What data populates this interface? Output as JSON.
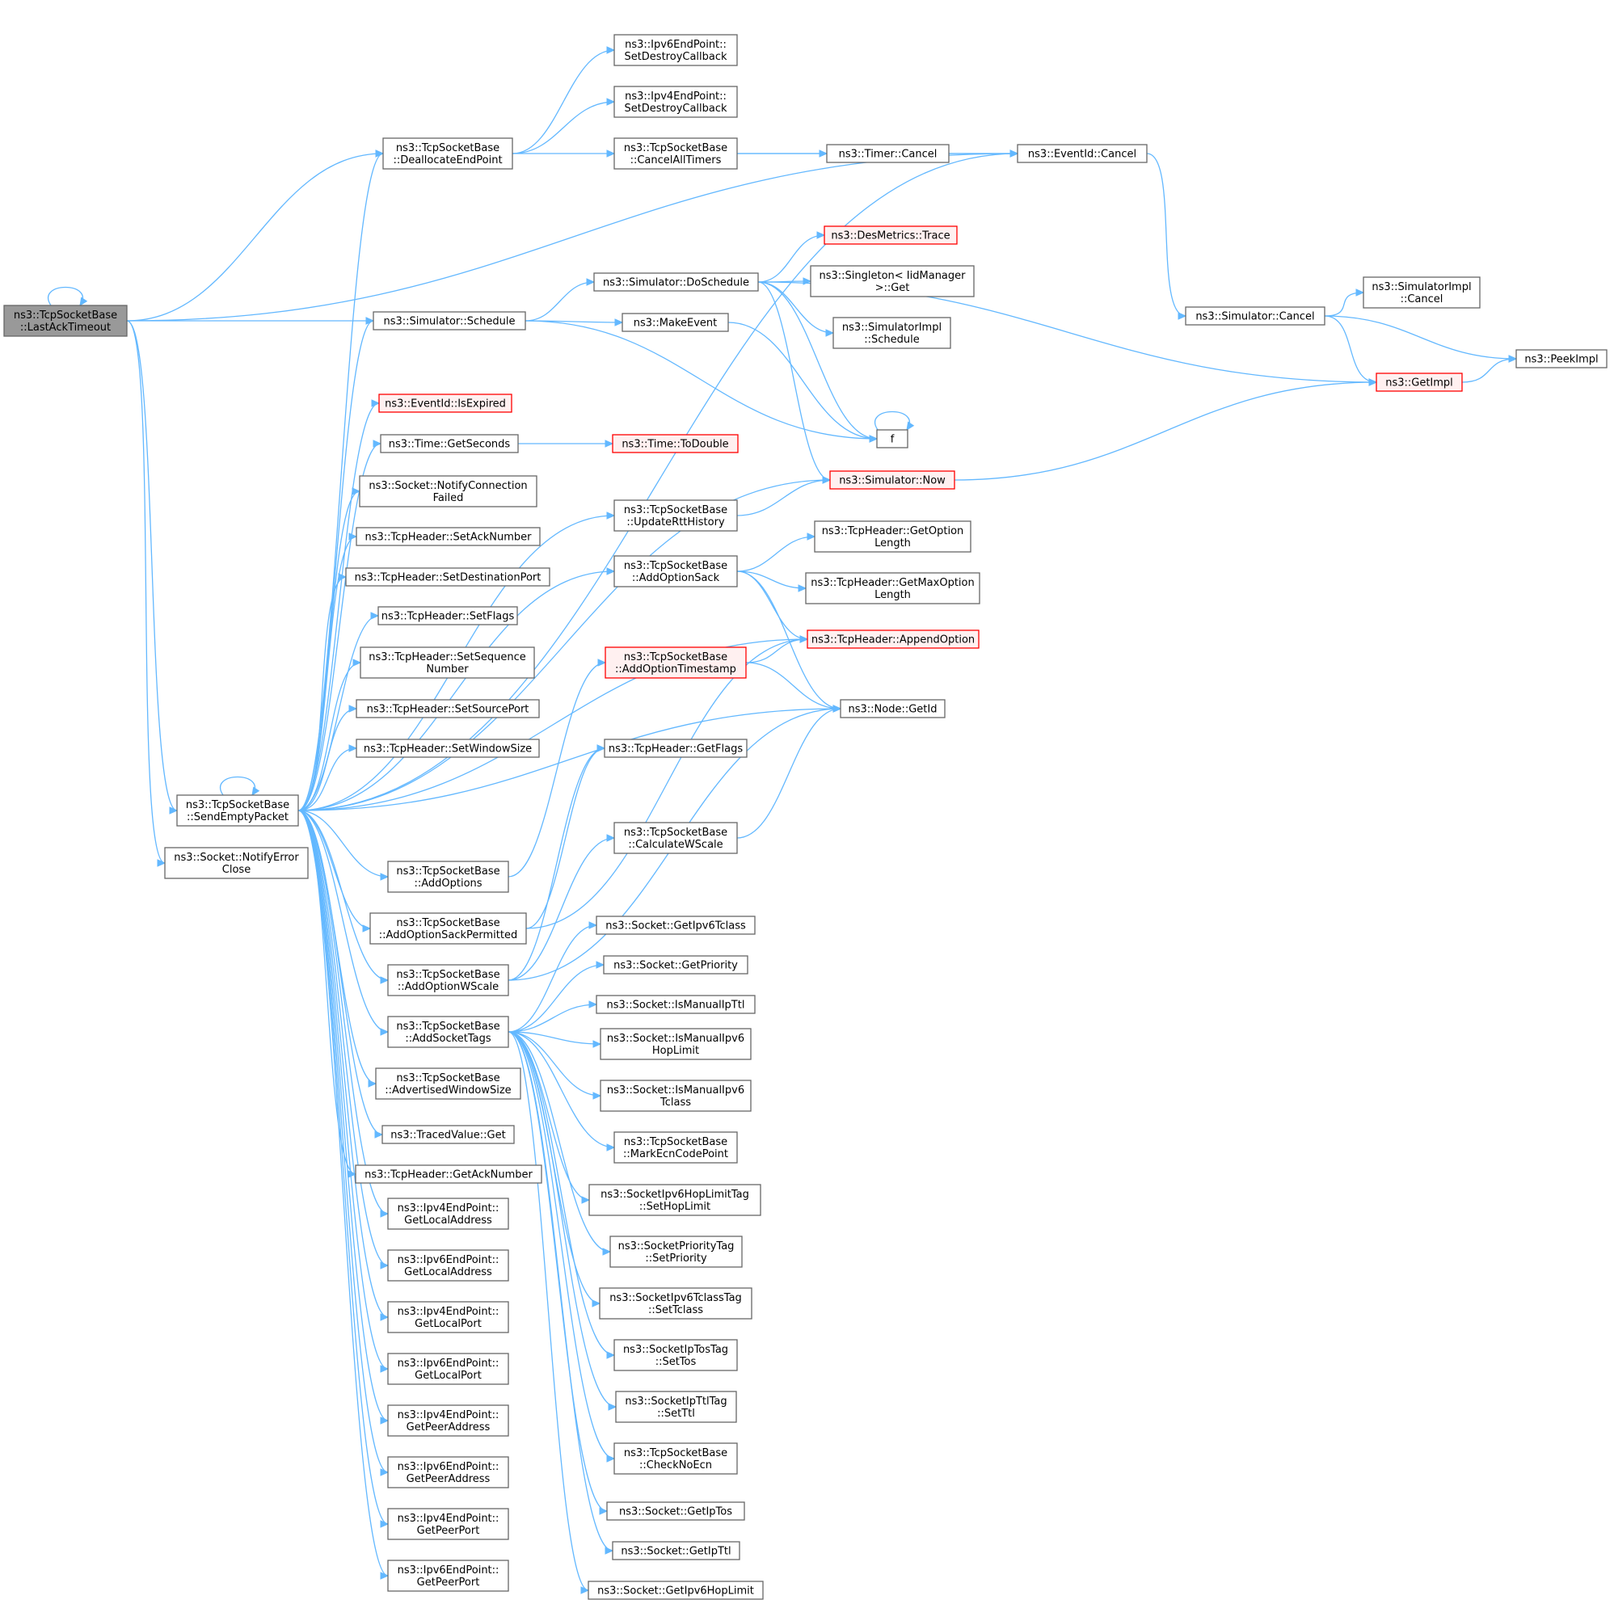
{
  "diagram": {
    "kind": "call-graph",
    "colors": {
      "edge": "#63b8ff",
      "node_border": "#666666",
      "highlight_fill": "#999999",
      "error_border": "#ff0000",
      "error_fill": "#fff0f0"
    },
    "nodes": [
      {
        "id": "last",
        "lines": [
          "ns3::TcpSocketBase",
          "::LastAckTimeout"
        ],
        "style": "highlight"
      },
      {
        "id": "dealloc",
        "lines": [
          "ns3::TcpSocketBase",
          "::DeallocateEndPoint"
        ]
      },
      {
        "id": "schedule",
        "lines": [
          "ns3::Simulator::Schedule"
        ]
      },
      {
        "id": "sendempty",
        "lines": [
          "ns3::TcpSocketBase",
          "::SendEmptyPacket"
        ]
      },
      {
        "id": "notifyerr",
        "lines": [
          "ns3::Socket::NotifyError",
          "Close"
        ]
      },
      {
        "id": "ipv6sdc",
        "lines": [
          "ns3::Ipv6EndPoint::",
          "SetDestroyCallback"
        ]
      },
      {
        "id": "ipv4sdc",
        "lines": [
          "ns3::Ipv4EndPoint::",
          "SetDestroyCallback"
        ]
      },
      {
        "id": "cancelall",
        "lines": [
          "ns3::TcpSocketBase",
          "::CancelAllTimers"
        ]
      },
      {
        "id": "timercancel",
        "lines": [
          "ns3::Timer::Cancel"
        ]
      },
      {
        "id": "eventcancel",
        "lines": [
          "ns3::EventId::Cancel"
        ]
      },
      {
        "id": "simcancel",
        "lines": [
          "ns3::Simulator::Cancel"
        ]
      },
      {
        "id": "implcancel",
        "lines": [
          "ns3::SimulatorImpl",
          "::Cancel"
        ]
      },
      {
        "id": "getimpl",
        "lines": [
          "ns3::GetImpl"
        ],
        "style": "error"
      },
      {
        "id": "peekimpl",
        "lines": [
          "ns3::PeekImpl"
        ]
      },
      {
        "id": "dosched",
        "lines": [
          "ns3::Simulator::DoSchedule"
        ]
      },
      {
        "id": "destrace",
        "lines": [
          "ns3::DesMetrics::Trace"
        ],
        "style": "error"
      },
      {
        "id": "singleton",
        "lines": [
          "ns3::Singleton< IidManager",
          ">::Get"
        ]
      },
      {
        "id": "implsched",
        "lines": [
          "ns3::SimulatorImpl",
          "::Schedule"
        ]
      },
      {
        "id": "makeevent",
        "lines": [
          "ns3::MakeEvent"
        ]
      },
      {
        "id": "f",
        "lines": [
          "f"
        ]
      },
      {
        "id": "now",
        "lines": [
          "ns3::Simulator::Now"
        ],
        "style": "error"
      },
      {
        "id": "isexpired",
        "lines": [
          "ns3::EventId::IsExpired"
        ],
        "style": "error"
      },
      {
        "id": "getseconds",
        "lines": [
          "ns3::Time::GetSeconds"
        ]
      },
      {
        "id": "todouble",
        "lines": [
          "ns3::Time::ToDouble"
        ],
        "style": "error"
      },
      {
        "id": "notifyconn",
        "lines": [
          "ns3::Socket::NotifyConnection",
          "Failed"
        ]
      },
      {
        "id": "setack",
        "lines": [
          "ns3::TcpHeader::SetAckNumber"
        ]
      },
      {
        "id": "setdest",
        "lines": [
          "ns3::TcpHeader::SetDestinationPort"
        ]
      },
      {
        "id": "setflags",
        "lines": [
          "ns3::TcpHeader::SetFlags"
        ]
      },
      {
        "id": "setseq",
        "lines": [
          "ns3::TcpHeader::SetSequence",
          "Number"
        ]
      },
      {
        "id": "setsrc",
        "lines": [
          "ns3::TcpHeader::SetSourcePort"
        ]
      },
      {
        "id": "setwin",
        "lines": [
          "ns3::TcpHeader::SetWindowSize"
        ]
      },
      {
        "id": "updrtt",
        "lines": [
          "ns3::TcpSocketBase",
          "::UpdateRttHistory"
        ]
      },
      {
        "id": "addsack",
        "lines": [
          "ns3::TcpSocketBase",
          "::AddOptionSack"
        ]
      },
      {
        "id": "getoptlen",
        "lines": [
          "ns3::TcpHeader::GetOption",
          "Length"
        ]
      },
      {
        "id": "getmaxopt",
        "lines": [
          "ns3::TcpHeader::GetMaxOption",
          "Length"
        ]
      },
      {
        "id": "appendopt",
        "lines": [
          "ns3::TcpHeader::AppendOption"
        ],
        "style": "error"
      },
      {
        "id": "addts",
        "lines": [
          "ns3::TcpSocketBase",
          "::AddOptionTimestamp"
        ],
        "style": "error"
      },
      {
        "id": "getid",
        "lines": [
          "ns3::Node::GetId"
        ]
      },
      {
        "id": "getflags",
        "lines": [
          "ns3::TcpHeader::GetFlags"
        ]
      },
      {
        "id": "calcws",
        "lines": [
          "ns3::TcpSocketBase",
          "::CalculateWScale"
        ]
      },
      {
        "id": "addopts",
        "lines": [
          "ns3::TcpSocketBase",
          "::AddOptions"
        ]
      },
      {
        "id": "addsackperm",
        "lines": [
          "ns3::TcpSocketBase",
          "::AddOptionSackPermitted"
        ]
      },
      {
        "id": "addws",
        "lines": [
          "ns3::TcpSocketBase",
          "::AddOptionWScale"
        ]
      },
      {
        "id": "addtags",
        "lines": [
          "ns3::TcpSocketBase",
          "::AddSocketTags"
        ]
      },
      {
        "id": "advwin",
        "lines": [
          "ns3::TcpSocketBase",
          "::AdvertisedWindowSize"
        ]
      },
      {
        "id": "tracedget",
        "lines": [
          "ns3::TracedValue::Get"
        ]
      },
      {
        "id": "getack",
        "lines": [
          "ns3::TcpHeader::GetAckNumber"
        ]
      },
      {
        "id": "v4locaddr",
        "lines": [
          "ns3::Ipv4EndPoint::",
          "GetLocalAddress"
        ]
      },
      {
        "id": "v6locaddr",
        "lines": [
          "ns3::Ipv6EndPoint::",
          "GetLocalAddress"
        ]
      },
      {
        "id": "v4locport",
        "lines": [
          "ns3::Ipv4EndPoint::",
          "GetLocalPort"
        ]
      },
      {
        "id": "v6locport",
        "lines": [
          "ns3::Ipv6EndPoint::",
          "GetLocalPort"
        ]
      },
      {
        "id": "v4peeraddr",
        "lines": [
          "ns3::Ipv4EndPoint::",
          "GetPeerAddress"
        ]
      },
      {
        "id": "v6peeraddr",
        "lines": [
          "ns3::Ipv6EndPoint::",
          "GetPeerAddress"
        ]
      },
      {
        "id": "v4peerport",
        "lines": [
          "ns3::Ipv4EndPoint::",
          "GetPeerPort"
        ]
      },
      {
        "id": "v6peerport",
        "lines": [
          "ns3::Ipv6EndPoint::",
          "GetPeerPort"
        ]
      },
      {
        "id": "getv6tc",
        "lines": [
          "ns3::Socket::GetIpv6Tclass"
        ]
      },
      {
        "id": "getprio",
        "lines": [
          "ns3::Socket::GetPriority"
        ]
      },
      {
        "id": "ismanttl",
        "lines": [
          "ns3::Socket::IsManualIpTtl"
        ]
      },
      {
        "id": "ismanhop",
        "lines": [
          "ns3::Socket::IsManualIpv6",
          "HopLimit"
        ]
      },
      {
        "id": "ismantc",
        "lines": [
          "ns3::Socket::IsManualIpv6",
          "Tclass"
        ]
      },
      {
        "id": "markecn",
        "lines": [
          "ns3::TcpSocketBase",
          "::MarkEcnCodePoint"
        ]
      },
      {
        "id": "sethop",
        "lines": [
          "ns3::SocketIpv6HopLimitTag",
          "::SetHopLimit"
        ]
      },
      {
        "id": "setprio",
        "lines": [
          "ns3::SocketPriorityTag",
          "::SetPriority"
        ]
      },
      {
        "id": "settc",
        "lines": [
          "ns3::SocketIpv6TclassTag",
          "::SetTclass"
        ]
      },
      {
        "id": "settos",
        "lines": [
          "ns3::SocketIpTosTag",
          "::SetTos"
        ]
      },
      {
        "id": "setttl",
        "lines": [
          "ns3::SocketIpTtlTag",
          "::SetTtl"
        ]
      },
      {
        "id": "checkecn",
        "lines": [
          "ns3::TcpSocketBase",
          "::CheckNoEcn"
        ]
      },
      {
        "id": "getiptos",
        "lines": [
          "ns3::Socket::GetIpTos"
        ]
      },
      {
        "id": "getipttl",
        "lines": [
          "ns3::Socket::GetIpTtl"
        ]
      },
      {
        "id": "getv6hop",
        "lines": [
          "ns3::Socket::GetIpv6HopLimit"
        ]
      }
    ],
    "edges": [
      [
        "last",
        "last"
      ],
      [
        "last",
        "dealloc"
      ],
      [
        "last",
        "eventcancel"
      ],
      [
        "last",
        "schedule"
      ],
      [
        "last",
        "sendempty"
      ],
      [
        "last",
        "notifyerr"
      ],
      [
        "dealloc",
        "ipv6sdc"
      ],
      [
        "dealloc",
        "ipv4sdc"
      ],
      [
        "dealloc",
        "cancelall"
      ],
      [
        "cancelall",
        "timercancel"
      ],
      [
        "cancelall",
        "eventcancel"
      ],
      [
        "timercancel",
        "eventcancel"
      ],
      [
        "eventcancel",
        "simcancel"
      ],
      [
        "simcancel",
        "implcancel"
      ],
      [
        "simcancel",
        "getimpl"
      ],
      [
        "simcancel",
        "peekimpl"
      ],
      [
        "getimpl",
        "peekimpl"
      ],
      [
        "schedule",
        "dosched"
      ],
      [
        "schedule",
        "makeevent"
      ],
      [
        "schedule",
        "f"
      ],
      [
        "dosched",
        "destrace"
      ],
      [
        "dosched",
        "singleton"
      ],
      [
        "dosched",
        "implsched"
      ],
      [
        "dosched",
        "getimpl"
      ],
      [
        "dosched",
        "f"
      ],
      [
        "dosched",
        "now"
      ],
      [
        "makeevent",
        "f"
      ],
      [
        "f",
        "f"
      ],
      [
        "now",
        "getimpl"
      ],
      [
        "getseconds",
        "todouble"
      ],
      [
        "updrtt",
        "now"
      ],
      [
        "addsack",
        "getoptlen"
      ],
      [
        "addsack",
        "getmaxopt"
      ],
      [
        "addsack",
        "appendopt"
      ],
      [
        "addsack",
        "getid"
      ],
      [
        "addts",
        "appendopt"
      ],
      [
        "addts",
        "getid"
      ],
      [
        "calcws",
        "getid"
      ],
      [
        "addopts",
        "addts"
      ],
      [
        "addsackperm",
        "appendopt"
      ],
      [
        "addsackperm",
        "getflags"
      ],
      [
        "addws",
        "getflags"
      ],
      [
        "addws",
        "calcws"
      ],
      [
        "addws",
        "getid"
      ],
      [
        "sendempty",
        "sendempty"
      ],
      [
        "sendempty",
        "dealloc"
      ],
      [
        "sendempty",
        "schedule"
      ],
      [
        "sendempty",
        "eventcancel"
      ],
      [
        "sendempty",
        "now"
      ],
      [
        "sendempty",
        "isexpired"
      ],
      [
        "sendempty",
        "getseconds"
      ],
      [
        "sendempty",
        "notifyconn"
      ],
      [
        "sendempty",
        "setack"
      ],
      [
        "sendempty",
        "setdest"
      ],
      [
        "sendempty",
        "setflags"
      ],
      [
        "sendempty",
        "setseq"
      ],
      [
        "sendempty",
        "setsrc"
      ],
      [
        "sendempty",
        "setwin"
      ],
      [
        "sendempty",
        "updrtt"
      ],
      [
        "sendempty",
        "addsack"
      ],
      [
        "sendempty",
        "getid"
      ],
      [
        "sendempty",
        "appendopt"
      ],
      [
        "sendempty",
        "addopts"
      ],
      [
        "sendempty",
        "addsackperm"
      ],
      [
        "sendempty",
        "addws"
      ],
      [
        "sendempty",
        "addtags"
      ],
      [
        "sendempty",
        "advwin"
      ],
      [
        "sendempty",
        "tracedget"
      ],
      [
        "sendempty",
        "getack"
      ],
      [
        "sendempty",
        "v4locaddr"
      ],
      [
        "sendempty",
        "v6locaddr"
      ],
      [
        "sendempty",
        "v4locport"
      ],
      [
        "sendempty",
        "v6locport"
      ],
      [
        "sendempty",
        "v4peeraddr"
      ],
      [
        "sendempty",
        "v6peeraddr"
      ],
      [
        "sendempty",
        "v4peerport"
      ],
      [
        "sendempty",
        "v6peerport"
      ],
      [
        "addtags",
        "getv6tc"
      ],
      [
        "addtags",
        "getprio"
      ],
      [
        "addtags",
        "ismanttl"
      ],
      [
        "addtags",
        "ismanhop"
      ],
      [
        "addtags",
        "ismantc"
      ],
      [
        "addtags",
        "markecn"
      ],
      [
        "addtags",
        "sethop"
      ],
      [
        "addtags",
        "setprio"
      ],
      [
        "addtags",
        "settc"
      ],
      [
        "addtags",
        "settos"
      ],
      [
        "addtags",
        "setttl"
      ],
      [
        "addtags",
        "checkecn"
      ],
      [
        "addtags",
        "getiptos"
      ],
      [
        "addtags",
        "getipttl"
      ],
      [
        "addtags",
        "getv6hop"
      ]
    ]
  }
}
